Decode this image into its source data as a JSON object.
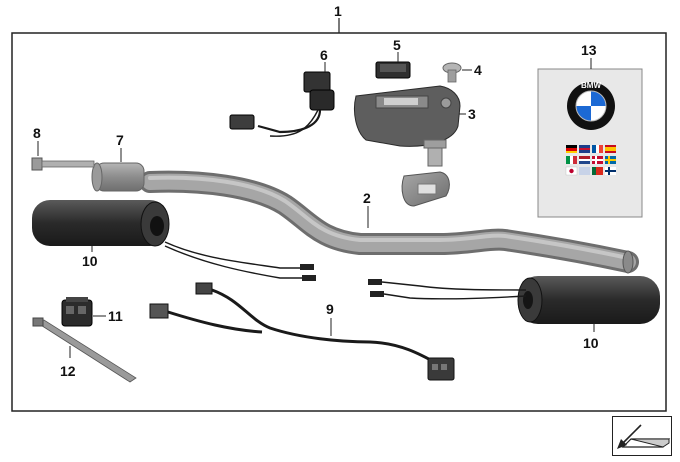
{
  "diagram": {
    "callouts": {
      "c1": "1",
      "c2": "2",
      "c3": "3",
      "c4": "4",
      "c5": "5",
      "c6": "6",
      "c7": "7",
      "c8": "8",
      "c9": "9",
      "c10a": "10",
      "c10b": "10",
      "c11": "11",
      "c12": "12",
      "c13": "13"
    },
    "manual": {
      "logo_text": "BMW",
      "brand_colors": {
        "blue": "#1c69d4",
        "black": "#111111",
        "white": "#ffffff"
      },
      "flag_icons": [
        "de-flag",
        "gb-flag",
        "fr-flag",
        "es-flag",
        "it-flag",
        "nl-flag",
        "dk-flag",
        "se-flag",
        "jp-flag",
        "cn-flag",
        "pt-flag",
        "fi-flag"
      ]
    },
    "corner_icon": "view-direction-arrow-icon",
    "colors": {
      "frame": "#222222",
      "part_gray": "#8a8a8a",
      "grip_dark": "#2e2e2e",
      "cable": "#1a1a1a",
      "manual_bg": "#e8e8e8"
    }
  }
}
